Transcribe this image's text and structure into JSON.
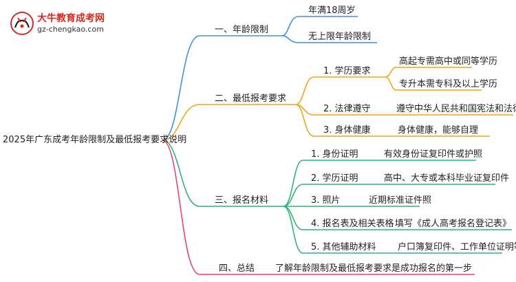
{
  "logo": {
    "name": "大牛教育成考网",
    "url": "gz-chengkao.com",
    "colors": {
      "red": "#d9281e",
      "black": "#222222"
    }
  },
  "root": "2025年广东成考年龄限制及最低报考要求说明",
  "branches": {
    "age": {
      "label": "一、年龄限制",
      "color": "#3b8ee6",
      "leaves": [
        "年满18周岁",
        "无上限年龄限制"
      ]
    },
    "requirements": {
      "label": "二、最低报考要求",
      "color": "#f0a418",
      "sub": {
        "education": {
          "label": "1. 学历要求",
          "leaves": [
            "高起专需高中或同等学历",
            "专升本需专科及以上学历"
          ]
        },
        "law": {
          "label": "2. 法律遵守",
          "leaves": [
            "遵守中华人民共和国宪法和法律"
          ]
        },
        "health": {
          "label": "3. 身体健康",
          "leaves": [
            "身体健康，能够自理"
          ]
        }
      }
    },
    "materials": {
      "label": "三、报名材料",
      "color": "#2fb37a",
      "items": [
        {
          "label": "1. 身份证明",
          "leaf": "有效身份证复印件或护照"
        },
        {
          "label": "2. 学历证明",
          "leaf": "高中、大专或本科毕业证复印件"
        },
        {
          "label": "3. 照片",
          "leaf": "近期标准证件照"
        },
        {
          "label": "4. 报名表及相关表格",
          "leaf": "填写《成人高考报名登记表》"
        },
        {
          "label": "5. 其他辅助材料",
          "leaf": "户口簿复印件、工作单位证明等"
        }
      ]
    },
    "summary": {
      "label": "四、总结",
      "color": "#e5466f",
      "leaf": "了解年龄限制及最低报考要求是成功报名的第一步"
    }
  }
}
